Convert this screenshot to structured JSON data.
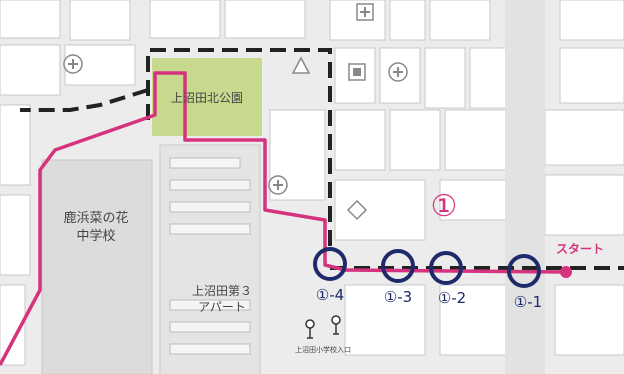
{
  "map": {
    "park_label": "上沼田北公園",
    "school_label_line1": "鹿浜菜の花",
    "school_label_line2": "中学校",
    "apartment_label_line1": "上沼田第３",
    "apartment_label_line2": "アパート",
    "bus_stop_label": "上沼田小学校入口",
    "route_number": "①",
    "start_label": "スタート",
    "stops": [
      "①-1",
      "①-2",
      "①-3",
      "①-4"
    ],
    "colors": {
      "route": "#d6337e",
      "stop_ring": "#1f2a6b",
      "park": "#c6d98c",
      "boundary": "#222222",
      "background": "#ececec",
      "block": "#ffffff"
    },
    "icons": [
      "hospital-icon",
      "post-office-icon",
      "school-icon",
      "police-icon",
      "bus-stop-icon"
    ]
  }
}
